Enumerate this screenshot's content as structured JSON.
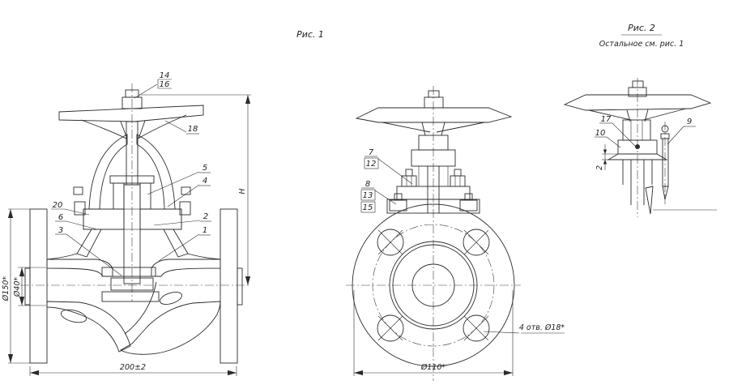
{
  "palette": {
    "ink": "#2b2b2b",
    "hatch": "#6b6b6b",
    "background": "#ffffff"
  },
  "fig1": {
    "caption": "Рис. 1",
    "section_view": {
      "callouts": {
        "c1": "1",
        "c2": "2",
        "c3": "3",
        "c4": "4",
        "c5": "5",
        "c6": "6",
        "c14": "14",
        "c16": "16",
        "c18": "18",
        "c20": "20"
      },
      "dimensions": {
        "flange_od": "Ø150*",
        "bore": "Ø40*",
        "face_to_face": "200±2",
        "height": "Н"
      }
    },
    "front_view": {
      "callouts": {
        "c7": "7",
        "c8": "8",
        "c12": "12",
        "c13": "13",
        "c15": "15"
      },
      "dimensions": {
        "flange_dia": "Ø110*",
        "holes_note": "4 отв. Ø18*"
      }
    }
  },
  "fig2": {
    "caption": "Рис. 2",
    "note": "Остальное см. рис. 1",
    "callouts": {
      "c9": "9",
      "c10": "10",
      "c17": "17"
    },
    "dimensions": {
      "plate_thickness": "2"
    }
  }
}
